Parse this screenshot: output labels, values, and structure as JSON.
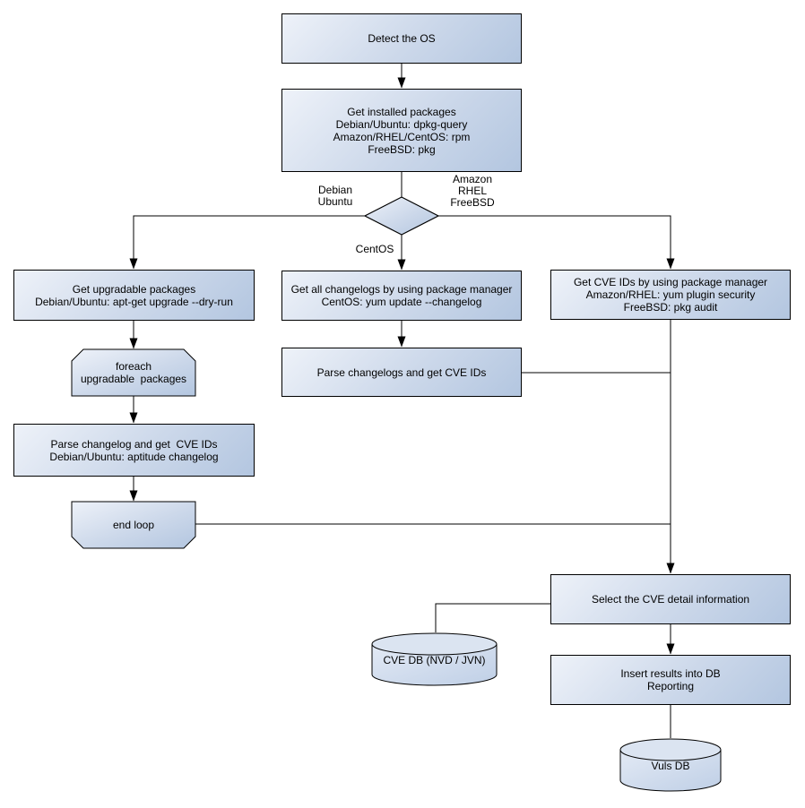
{
  "nodes": {
    "detect_os": {
      "label": "Detect the OS"
    },
    "get_installed_packages": {
      "label": "Get installed packages\nDebian/Ubuntu: dpkg-query\nAmazon/RHEL/CentOS: rpm\nFreeBSD: pkg"
    },
    "get_upgradable_packages": {
      "label": "Get upgradable packages\nDebian/Ubuntu: apt-get upgrade --dry-run"
    },
    "foreach_loop": {
      "label": "foreach\nupgradable  packages"
    },
    "parse_changelog_debian": {
      "label": "Parse changelog and get  CVE IDs\nDebian/Ubuntu: aptitude changelog"
    },
    "end_loop": {
      "label": "end loop"
    },
    "get_all_changelogs": {
      "label": "Get all changelogs by using package manager\nCentOS: yum update --changelog"
    },
    "parse_changelogs": {
      "label": "Parse changelogs and get CVE IDs"
    },
    "get_cve_ids": {
      "label": "Get CVE IDs by using package manager\nAmazon/RHEL: yum plugin security\nFreeBSD: pkg audit"
    },
    "select_cve_detail": {
      "label": "Select the CVE detail information"
    },
    "insert_results": {
      "label": "Insert results into DB\nReporting"
    },
    "cve_db": {
      "label": "CVE DB (NVD / JVN)"
    },
    "vuls_db": {
      "label": "Vuls DB"
    }
  },
  "branch_labels": {
    "left": "Debian\nUbuntu",
    "right": "Amazon\nRHEL\nFreeBSD",
    "down": "CentOS"
  },
  "colors": {
    "node_fill_light": "#eef2f9",
    "node_fill_dark": "#b3c6e0",
    "node_border": "#000000",
    "connector": "#000000",
    "background": "#ffffff"
  }
}
